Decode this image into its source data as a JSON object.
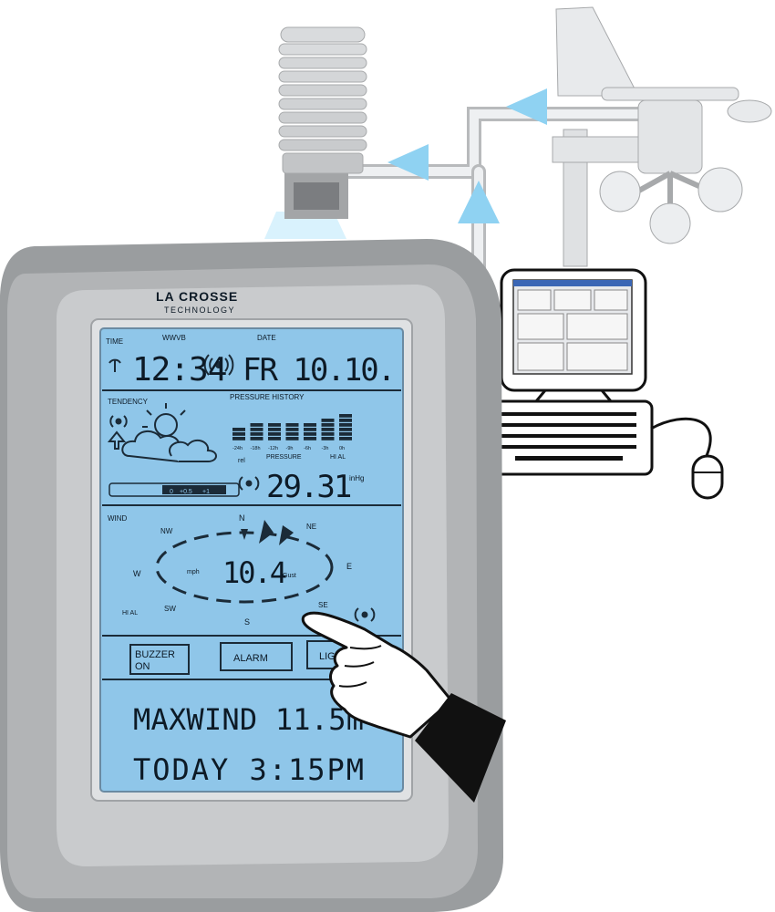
{
  "brand": {
    "line1": "LA CROSSE",
    "line2": "TECHNOLOGY"
  },
  "time_section": {
    "label": "TIME",
    "wwvb_label": "WWVB",
    "time": "12:34",
    "date_label": "DATE",
    "date": "FR 10.10."
  },
  "pressure_section": {
    "tendency_label": "TENDENCY",
    "history_label": "PRESSURE HISTORY",
    "history_ticks": [
      "-24h",
      "-18h",
      "-12h",
      "-9h",
      "-6h",
      "-3h",
      "0h"
    ],
    "history_bar_heights": [
      3,
      4,
      4,
      4,
      4,
      5,
      6
    ],
    "rel_label": "rel",
    "pressure_label": "PRESSURE",
    "hial_label": "HI AL",
    "pressure_value": "29.31",
    "unit": "inHg",
    "tendency_scale": [
      "0",
      "+0.5",
      "+1"
    ]
  },
  "wind_section": {
    "label": "WIND",
    "compass": {
      "n": "N",
      "ne": "NE",
      "e": "E",
      "se": "SE",
      "s": "S",
      "sw": "SW",
      "w": "W",
      "nw": "NW"
    },
    "hial_label": "HI AL",
    "speed": "10.4",
    "unit": "mph",
    "gust_label": "Gust"
  },
  "buttons": {
    "buzzer_line1": "BUZZER",
    "buzzer_line2": "ON",
    "alarm": "ALARM",
    "light": "LIG"
  },
  "bottom": {
    "line1": "MAXWIND 11.5m",
    "line2": "TODAY  3:15PM"
  },
  "colors": {
    "lcd": "#8fc6e9",
    "bezel": "#c6c8cb",
    "body": "#8e9193",
    "arrow": "#8fd2f2"
  }
}
